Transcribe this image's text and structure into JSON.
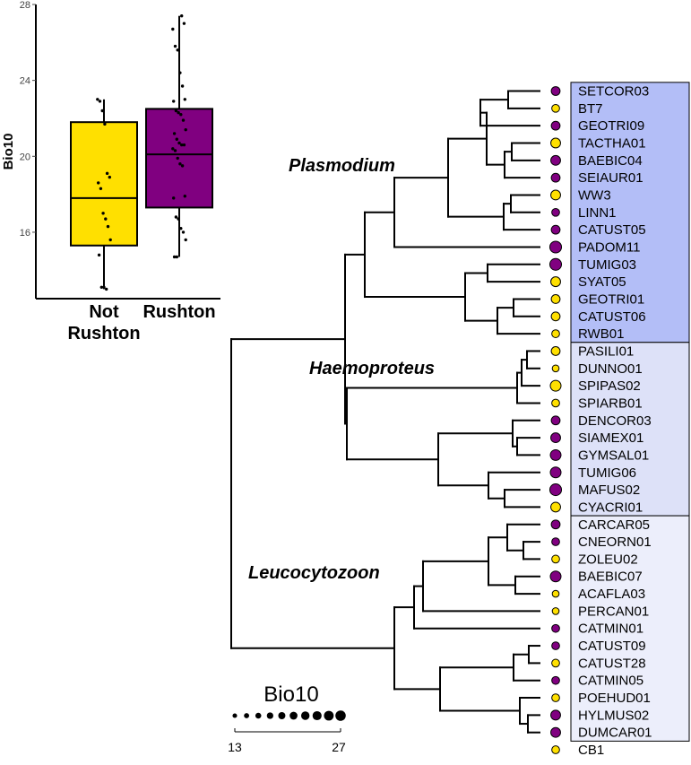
{
  "chart_data": [
    {
      "type": "box",
      "ylabel": "Bio10",
      "ylim": [
        12.5,
        28
      ],
      "yticks": [
        16,
        20,
        24,
        28
      ],
      "categories": [
        "Not\nRushton",
        "Rushton"
      ],
      "boxes": [
        {
          "category": "Not\nRushton",
          "color": "#FFE000",
          "min": 13.0,
          "q1": 15.3,
          "median": 17.8,
          "q3": 21.8,
          "max": 23.0,
          "points": [
            23.0,
            22.9,
            22.4,
            21.7,
            19.1,
            18.9,
            18.6,
            18.3,
            17.0,
            16.7,
            16.3,
            15.6,
            14.8,
            13.1,
            13.1,
            13.0
          ]
        },
        {
          "category": "Rushton",
          "color": "#800080",
          "min": 14.7,
          "q1": 17.3,
          "median": 20.1,
          "q3": 22.5,
          "max": 27.4,
          "points": [
            27.4,
            27.0,
            26.7,
            25.8,
            25.6,
            24.4,
            23.7,
            23.0,
            22.9,
            22.4,
            22.3,
            22.2,
            21.9,
            21.4,
            21.2,
            20.9,
            20.7,
            20.6,
            20.6,
            20.4,
            20.3,
            19.9,
            19.6,
            19.5,
            17.9,
            17.8,
            16.8,
            16.7,
            16.2,
            16.0,
            15.6,
            14.7,
            14.7
          ]
        }
      ]
    },
    {
      "type": "tree",
      "clades": [
        {
          "label": "Plasmodium",
          "fill": "#B3BEF7",
          "from": 0,
          "to": 14
        },
        {
          "label": "Haemoproteus",
          "fill": "#DDE1F8",
          "from": 15,
          "to": 24
        },
        {
          "label": "Leucocytozoon",
          "fill": "#ECEEFB",
          "from": 25,
          "to": 37
        }
      ],
      "tips": [
        {
          "label": "SETCOR03",
          "color": "#800080",
          "bio10": 20
        },
        {
          "label": "BT7",
          "color": "#FFE000",
          "bio10": 18
        },
        {
          "label": "GEOTRI09",
          "color": "#800080",
          "bio10": 20
        },
        {
          "label": "TACTHA01",
          "color": "#FFE000",
          "bio10": 22
        },
        {
          "label": "BAEBIC04",
          "color": "#800080",
          "bio10": 22
        },
        {
          "label": "SEIAUR01",
          "color": "#800080",
          "bio10": 20
        },
        {
          "label": "WW3",
          "color": "#FFE000",
          "bio10": 22
        },
        {
          "label": "LINN1",
          "color": "#800080",
          "bio10": 18
        },
        {
          "label": "CATUST05",
          "color": "#800080",
          "bio10": 20
        },
        {
          "label": "PADOM11",
          "color": "#800080",
          "bio10": 26
        },
        {
          "label": "TUMIG03",
          "color": "#800080",
          "bio10": 26
        },
        {
          "label": "SYAT05",
          "color": "#FFE000",
          "bio10": 22
        },
        {
          "label": "GEOTRI01",
          "color": "#FFE000",
          "bio10": 20
        },
        {
          "label": "CATUST06",
          "color": "#FFE000",
          "bio10": 20
        },
        {
          "label": "RWB01",
          "color": "#FFE000",
          "bio10": 18
        },
        {
          "label": "PASILI01",
          "color": "#FFE000",
          "bio10": 20
        },
        {
          "label": "DUNNO01",
          "color": "#FFE000",
          "bio10": 16
        },
        {
          "label": "SPIPAS02",
          "color": "#FFE000",
          "bio10": 24
        },
        {
          "label": "SPIARB01",
          "color": "#FFE000",
          "bio10": 18
        },
        {
          "label": "DENCOR03",
          "color": "#800080",
          "bio10": 20
        },
        {
          "label": "SIAMEX01",
          "color": "#800080",
          "bio10": 22
        },
        {
          "label": "GYMSAL01",
          "color": "#800080",
          "bio10": 24
        },
        {
          "label": "TUMIG06",
          "color": "#800080",
          "bio10": 24
        },
        {
          "label": "MAFUS02",
          "color": "#800080",
          "bio10": 26
        },
        {
          "label": "CYACRI01",
          "color": "#FFE000",
          "bio10": 22
        },
        {
          "label": "CARCAR05",
          "color": "#800080",
          "bio10": 20
        },
        {
          "label": "CNEORN01",
          "color": "#800080",
          "bio10": 18
        },
        {
          "label": "ZOLEU02",
          "color": "#FFE000",
          "bio10": 18
        },
        {
          "label": "BAEBIC07",
          "color": "#800080",
          "bio10": 24
        },
        {
          "label": "ACAFLA03",
          "color": "#FFE000",
          "bio10": 16
        },
        {
          "label": "PERCAN01",
          "color": "#FFE000",
          "bio10": 16
        },
        {
          "label": "CATMIN01",
          "color": "#800080",
          "bio10": 18
        },
        {
          "label": "CATUST09",
          "color": "#800080",
          "bio10": 18
        },
        {
          "label": "CATUST28",
          "color": "#FFE000",
          "bio10": 18
        },
        {
          "label": "CATMIN05",
          "color": "#800080",
          "bio10": 18
        },
        {
          "label": "POEHUD01",
          "color": "#FFE000",
          "bio10": 18
        },
        {
          "label": "HYLMUS02",
          "color": "#800080",
          "bio10": 22
        },
        {
          "label": "DUMCAR01",
          "color": "#800080",
          "bio10": 22
        },
        {
          "label": "CB1",
          "color": "#FFE000",
          "bio10": 18
        }
      ],
      "legend": {
        "title": "Bio10",
        "min": 13,
        "max": 27,
        "min_label": "13",
        "max_label": "27",
        "steps": 10
      }
    }
  ]
}
